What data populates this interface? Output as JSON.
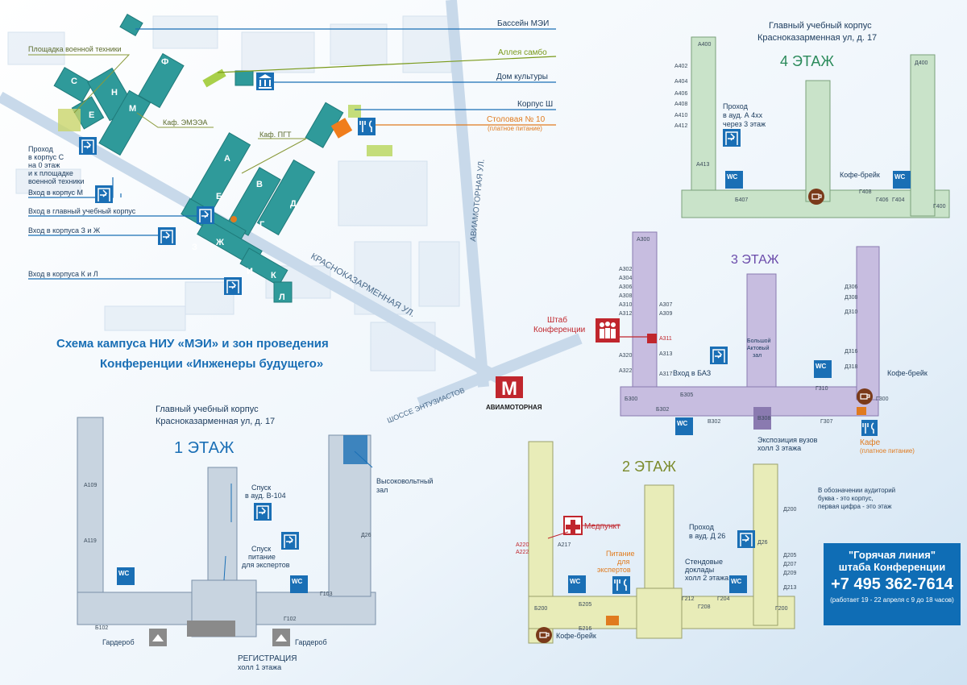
{
  "title": {
    "line1": "Схема кампуса НИУ «МЭИ» и зон проведения",
    "line2": "Конференции «Инженеры будущего»"
  },
  "map": {
    "labels": {
      "pool": "Бассейн МЭИ",
      "sambo": "Аллея самбо",
      "culture": "Дом культуры",
      "korpus_sh": "Корпус Ш",
      "canteen": "Столовая № 10",
      "canteen_paid": "(платное питание)",
      "military": "Площадка военной техники",
      "emeea": "Каф. ЭМЭЭА",
      "pgt": "Каф. ПГТ",
      "passage_c1": "Проход",
      "passage_c2": "в корпус С",
      "passage_c3": "на 0 этаж",
      "passage_c4": "и к площадке",
      "passage_c5": "военной техники",
      "entry_m": "Вход в корпус М",
      "entry_main": "Вход в главный учебный корпус",
      "entry_zh": "Вход в  корпуса З и Ж",
      "entry_kl": "Вход в  корпуса К и Л",
      "street": "КРАСНОКАЗАРМЕННАЯ УЛ.",
      "aviamotor": "АВИАМОТОРНАЯ УЛ.",
      "enthusiasts": "ШОССЕ ЭНТУЗИАСТОВ",
      "metro": "АВИАМОТОРНАЯ",
      "metro_letter": "M",
      "letters": [
        "С",
        "Н",
        "Е",
        "М",
        "Ф",
        "А",
        "Б",
        "В",
        "Г",
        "Д",
        "З",
        "Ж",
        "И",
        "К",
        "Л"
      ]
    }
  },
  "floor1": {
    "building": "Главный учебный корпус",
    "address": "Красноказарменная ул, д. 17",
    "name": "1 ЭТАЖ",
    "rooms": [
      "А109",
      "А119",
      "Б102",
      "Г102",
      "Г103",
      "Д26"
    ],
    "descent_b104_1": "Спуск",
    "descent_b104_2": "в ауд. В-104",
    "descent_food_1": "Спуск",
    "descent_food_2": "питание",
    "descent_food_3": "для экспертов",
    "hv_hall_1": "Высоковольтный",
    "hv_hall_2": "зал",
    "wardrobe": "Гардероб",
    "registration": "РЕГИСТРАЦИЯ",
    "reg_hall": "холл 1 этажа",
    "wc": "WC"
  },
  "floor2": {
    "name": "2 ЭТАЖ",
    "rooms": [
      "А220",
      "А222",
      "А217",
      "Б200",
      "Б205",
      "Б216",
      "Г212",
      "Г208",
      "Г204",
      "Г200",
      "Д200",
      "Д205",
      "Д207",
      "Д209",
      "Д213",
      "Д26"
    ],
    "medpoint": "Медпункт",
    "passage_d26_1": "Проход",
    "passage_d26_2": "в ауд. Д 26",
    "food_1": "Питание",
    "food_2": "для",
    "food_3": "экспертов",
    "posters_1": "Стендовые",
    "posters_2": "доклады",
    "posters_3": "холл 2 этажа",
    "coffee": "Кофе-брейк",
    "note_1": "В обозначении аудиторий",
    "note_2": "буква - это корпус,",
    "note_3": "первая цифра - это этаж",
    "wc": "WC"
  },
  "floor3": {
    "name": "3 ЭТАЖ",
    "rooms_a": [
      "А300",
      "А302",
      "А304",
      "А306",
      "А308",
      "А310",
      "А312",
      "А307",
      "А309",
      "А311",
      "А313",
      "А317",
      "А320",
      "А322"
    ],
    "rooms_d": [
      "Д306",
      "Д308",
      "Д310",
      "Д316",
      "Д318"
    ],
    "rooms_other": [
      "Б300",
      "Б305",
      "Б302",
      "В302",
      "В308",
      "Г310",
      "Г307",
      "Г300"
    ],
    "hq_1": "Штаб",
    "hq_2": "Конференции",
    "big_hall_1": "Большой",
    "big_hall_2": "Актовый",
    "big_hall_3": "зал",
    "entry_baz": "Вход в БАЗ",
    "expo_1": "Экспозиция вузов",
    "expo_2": "холл 3 этажа",
    "coffee": "Кофе-брейк",
    "cafe": "Кафе",
    "cafe_paid": "(платное питание)",
    "wc": "WC"
  },
  "floor4": {
    "building": "Главный учебный корпус",
    "address": "Красноказарменная ул, д. 17",
    "name": "4 ЭТАЖ",
    "rooms_a": [
      "А400",
      "А402",
      "А404",
      "А406",
      "А408",
      "А410",
      "А412",
      "А413"
    ],
    "rooms_other": [
      "Д400",
      "Б407",
      "Г408",
      "Г406",
      "Г404",
      "Г400"
    ],
    "passage_1": "Проход",
    "passage_2": "в ауд. А 4хх",
    "passage_3": "через 3 этаж",
    "coffee": "Кофе-брейк",
    "wc": "WC"
  },
  "hotline": {
    "line1": "\"Горячая линия\"",
    "line2": "штаба Конференции",
    "phone": "+7 495 362-7614",
    "hours": "(работает 19 - 22 апреля с 9 до 18 часов)"
  },
  "colors": {
    "building": "#2f9a9a",
    "line_blue": "#1a6fb5",
    "floor1": "#c8d4e0",
    "floor2": "#e8ecb8",
    "floor3": "#c7bde0",
    "floor4": "#c9e3c9",
    "accent_red": "#c0262d",
    "accent_orange": "#e07b1f",
    "accent_green": "#7a9a1a"
  }
}
